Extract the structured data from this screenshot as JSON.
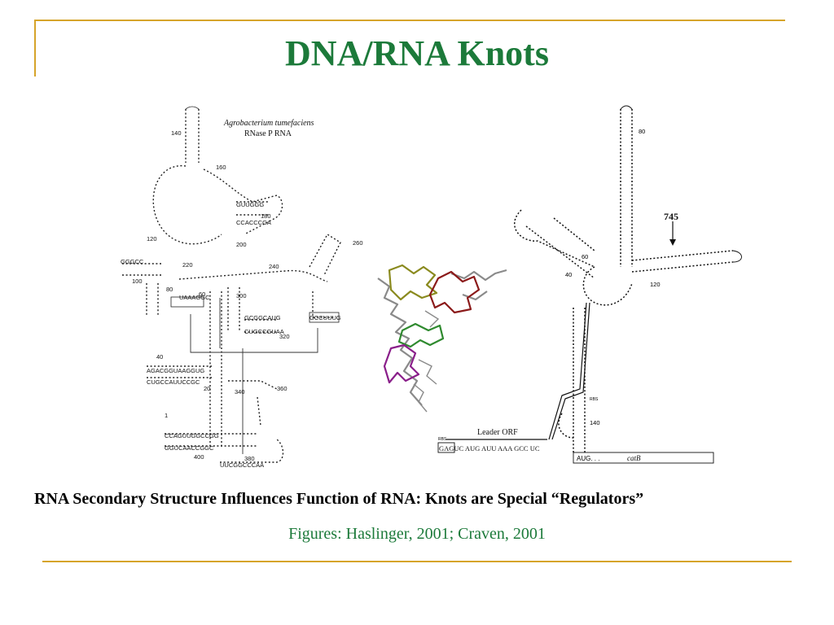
{
  "slide": {
    "title": "DNA/RNA Knots",
    "caption": "RNA Secondary Structure Influences Function of RNA: Knots are Special “Regulators”",
    "credit": "Figures: Haslinger, 2001;  Craven, 2001"
  },
  "figure_left": {
    "organism": "Agrobacterium tumefaciens",
    "molecule": "RNase P RNA",
    "position_labels": [
      "140",
      "160",
      "180",
      "200",
      "120",
      "100",
      "220",
      "240",
      "260",
      "60",
      "80",
      "300",
      "320",
      "40",
      "20",
      "340",
      "360",
      "1",
      "400",
      "380"
    ]
  },
  "figure_right": {
    "marker_label": "745",
    "position_labels": [
      "80",
      "60",
      "40",
      "120",
      "140"
    ],
    "rbs_labels": [
      "RBS",
      "RBS"
    ],
    "orf_label": "Leader ORF",
    "leader_sequence": "GAGUC AUG AUU AAA GCC UC",
    "box_start": "AUG. . .",
    "gene_name": "catB"
  },
  "colors": {
    "title": "#1c7a3a",
    "rule": "#d6a42a",
    "domain_olive": "#8a8a1e",
    "domain_red": "#8b1a1a",
    "domain_green": "#2f8a2f",
    "domain_purple": "#8a1f8a",
    "domain_gray": "#8a8a8a"
  }
}
